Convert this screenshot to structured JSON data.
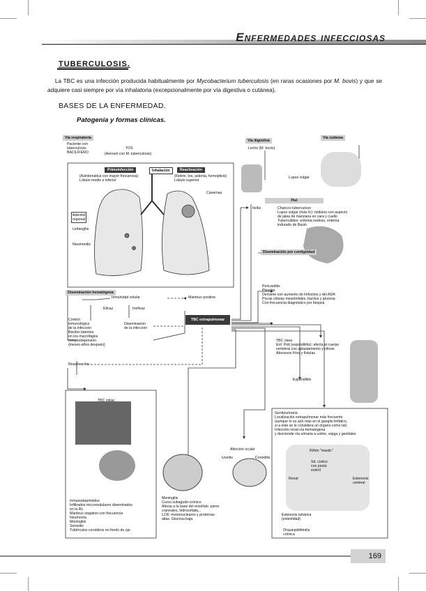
{
  "header": {
    "title": "Enfermedades infecciosas"
  },
  "section": {
    "title": "TUBERCULOSIS."
  },
  "intro": {
    "p1": "La TBC es una infección producida habitualmente por ",
    "organism1": "Mycobacterium tuberculosis",
    "p2": " (en raras ocasiones por ",
    "organism2": "M. bovis",
    "p3": ") y que se adquiere casi siempre por vía inhalatoria (excepcionalmente por vía digestiva o cutánea)."
  },
  "subtitle": "BASES DE LA ENFERMEDAD.",
  "figure": {
    "title": "Patogenia y formas clínicas.",
    "via_resp": "Vía respiratoria",
    "paciente": "Paciente con\ntuberculosis\nBACILÍFERO",
    "tos": "TOS",
    "aerosol": "(Aerosol con M. tuberculosis)",
    "primo": "Primoinfección",
    "inhal": "Inhalación",
    "reac": "Reactivación",
    "primo_desc": "(Asintomática con mayor frecuencia)\nLóbulo medio e inferior",
    "reac_desc": "(Fiebre, tos, astenia, hemoptisis)\nLóbulo superior",
    "cavernas": "Cavernas",
    "adenitis": "Adenitis\nregional",
    "linfangitis": "Linfangitis",
    "neumonitis": "Neumonitis",
    "disem": "Diseminación\nhematógena",
    "inmunidad": "Inmunidad celular",
    "mantoux": "Mantoux positivo",
    "eficaz": "Eficaz",
    "ineficaz": "Ineficaz",
    "control": "Control\ninmunológico\nde la infección\nBacilos latentes\nen los macrófagos\nInmunodepresión\n(meses-años después)",
    "disem_inf": "Diseminación\nde la infección",
    "reactivacion": "Reactivación",
    "extrapulm": "TBC extrapulmonar",
    "via_dig": "Vía digestiva",
    "leche": "Leche (M. bovis)",
    "via_cut": "Vía cutánea",
    "lupus": "Lupus vulgar",
    "piel": "Piel",
    "ileitis": "Ileítis",
    "piel_desc": "Chancro tuberculoso\nLupus vulgar (más fc): nódulos con aspecto\nde jalea de manzana en cara y cuello\nTuberculides: eritema nodoso, eritema\nindurado de Bazin",
    "disem_cont": "Diseminación\npor contigüidad",
    "pericard": "Pericarditis\nPleuritis\nDerrame con aumento de linfocitos y del ADA\nPocas células mesoteliales, bacilos y glucosa\nCon frecuencia diagnóstico por biopsia",
    "tbc_osea": "TBC ósea\nEnf. Pott (espondilitis): afecta al cuerpo\nvertebral con aplastamiento y cifosis\nAbscesos fríos y fístulas",
    "espondilitis": "Espondilitis",
    "miliar": "TBC miliar",
    "miliar_desc": "Inmunodeprimidos\nInfiltrados micronodulares diseminados\nen la Rx\nMantoux negativo con frecuencia\nNeumonía\nMeningitis\nSerositis\nTubérculos coroideos en fondo de ojo",
    "meningitis": "Meningitis\nCurso subagudo-crónico\nAfecta a la base del encéfalo: pares\ncraneales, hidrocefalia...\nLCR: mononucleares y proteínas\naltas. Glucosa baja",
    "ocular": "Afección ocular",
    "uveitis": "Uveítis",
    "coroiditis": "Coroiditis",
    "genito": "Genitourinaria\nLocalización extrapulmonar más frecuente\n(aunque lo es aún más en el ganglio linfático,\nsi a éste se le considera un órgano como tal).\nInfección renal vía hematógena\ny desciende vía urinaria a uréter, vejiga y genitales",
    "rinon": "Riñón \"mastic\"",
    "cistico": "Sd. cístico\ncon piuria\nestéril",
    "renal": "Renal",
    "estenosis_ur": "Estenosis\nureteral",
    "estenosis_tub": "Estenosis tubárica\n(esterilidad)",
    "orquie": "Orquiepididimitis\ncrónica"
  },
  "page_number": "169"
}
